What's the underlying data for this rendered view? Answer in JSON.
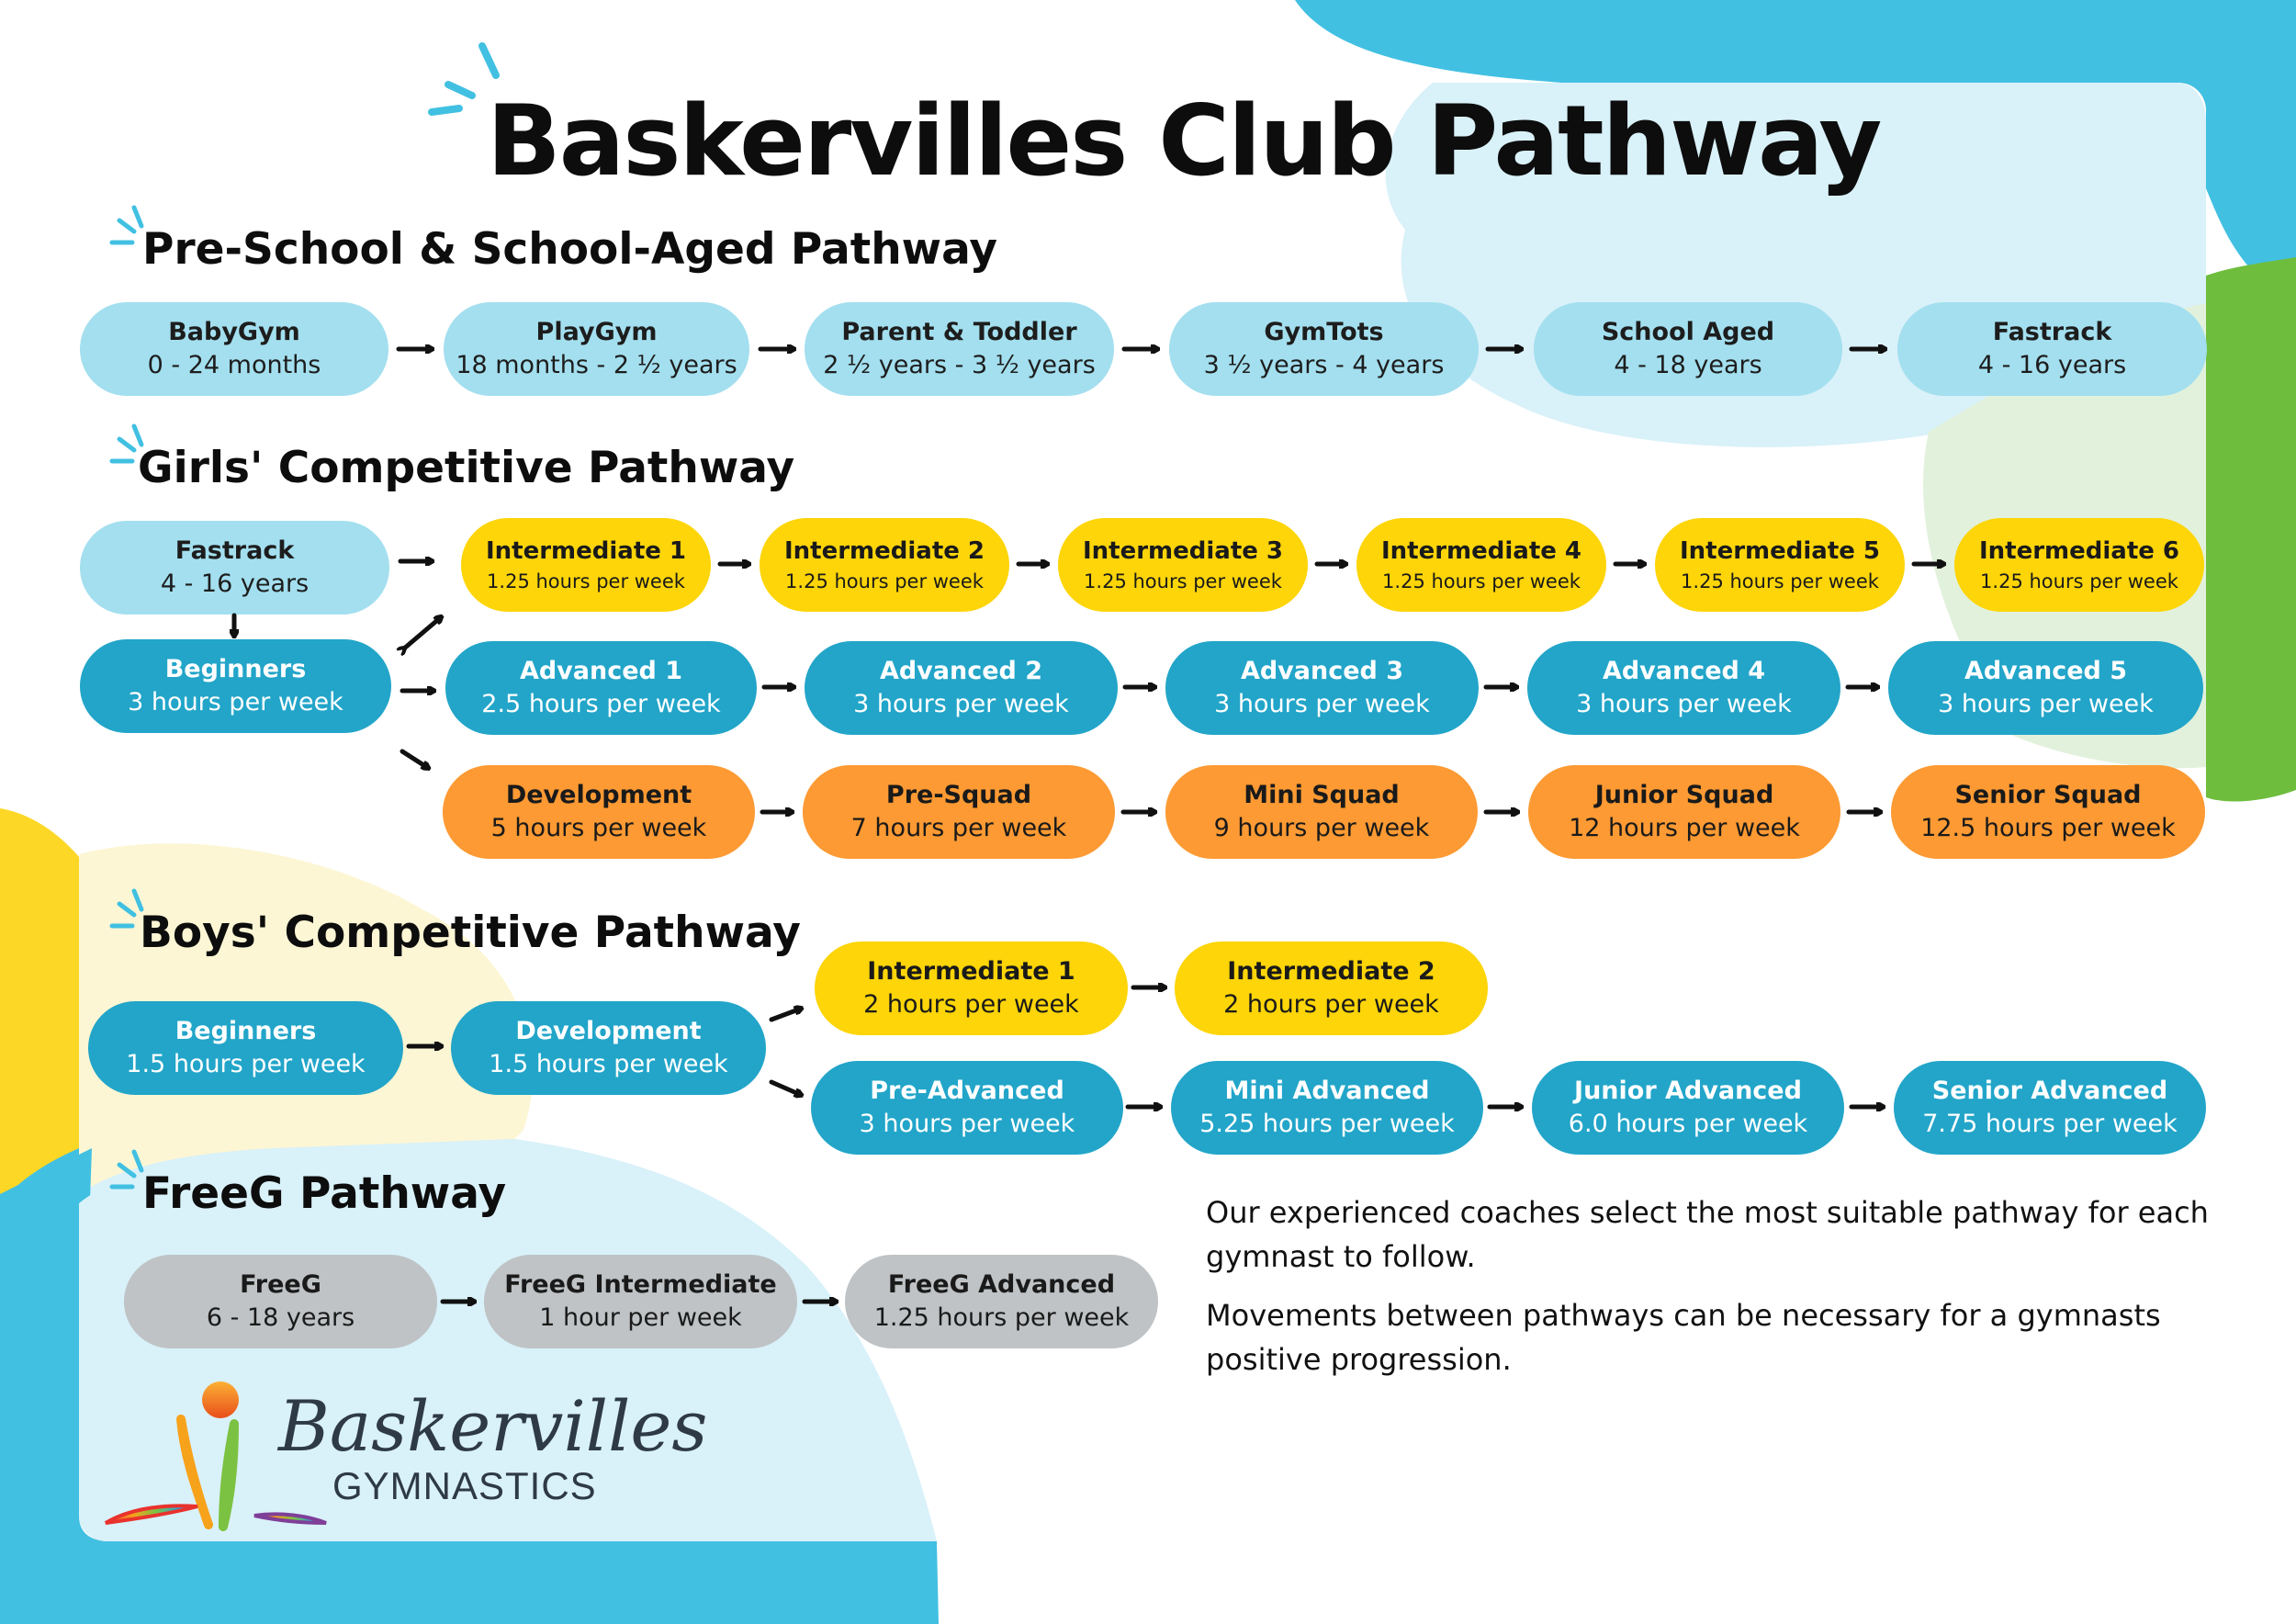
{
  "title": "Baskervilles Club Pathway",
  "colors": {
    "light_blue": "#a3dfef",
    "dark_blue": "#22a5c9",
    "yellow": "#fdd508",
    "orange": "#fd9a33",
    "grey": "#bfc3c5",
    "bg_cyan": "#41c0e2",
    "bg_green": "#6ebd3d",
    "bg_yellow": "#fdd725"
  },
  "sections": {
    "preschool": {
      "heading": "Pre-School & School-Aged Pathway",
      "items": [
        {
          "name": "BabyGym",
          "detail": "0 - 24 months"
        },
        {
          "name": "PlayGym",
          "detail": "18 months -  2 ½ years"
        },
        {
          "name": "Parent & Toddler",
          "detail": "2 ½ years - 3 ½ years"
        },
        {
          "name": "GymTots",
          "detail": "3 ½ years - 4 years"
        },
        {
          "name": "School Aged",
          "detail": "4 - 18 years"
        },
        {
          "name": "Fastrack",
          "detail": "4 - 16 years"
        }
      ]
    },
    "girls": {
      "heading": "Girls' Competitive Pathway",
      "fastrack": {
        "name": "Fastrack",
        "detail": "4 - 16 years"
      },
      "beginners": {
        "name": "Beginners",
        "detail": "3 hours per week"
      },
      "intermediate": [
        {
          "name": "Intermediate 1",
          "detail": "1.25 hours per week"
        },
        {
          "name": "Intermediate 2",
          "detail": "1.25 hours per week"
        },
        {
          "name": "Intermediate 3",
          "detail": "1.25 hours per week"
        },
        {
          "name": "Intermediate 4",
          "detail": "1.25 hours per week"
        },
        {
          "name": "Intermediate 5",
          "detail": "1.25 hours per week"
        },
        {
          "name": "Intermediate 6",
          "detail": "1.25 hours per week"
        }
      ],
      "advanced": [
        {
          "name": "Advanced 1",
          "detail": "2.5 hours per week"
        },
        {
          "name": "Advanced 2",
          "detail": "3 hours per week"
        },
        {
          "name": "Advanced 3",
          "detail": "3 hours per week"
        },
        {
          "name": "Advanced 4",
          "detail": "3 hours per week"
        },
        {
          "name": "Advanced 5",
          "detail": "3 hours per week"
        }
      ],
      "squad": [
        {
          "name": "Development",
          "detail": "5 hours per week"
        },
        {
          "name": "Pre-Squad",
          "detail": "7 hours per week"
        },
        {
          "name": "Mini Squad",
          "detail": "9 hours per week"
        },
        {
          "name": "Junior Squad",
          "detail": "12 hours per week"
        },
        {
          "name": "Senior Squad",
          "detail": "12.5 hours per week"
        }
      ]
    },
    "boys": {
      "heading": "Boys' Competitive Pathway",
      "beginners": {
        "name": "Beginners",
        "detail": "1.5 hours per week"
      },
      "development": {
        "name": "Development",
        "detail": "1.5 hours per week"
      },
      "intermediate": [
        {
          "name": "Intermediate 1",
          "detail": "2 hours per week"
        },
        {
          "name": "Intermediate 2",
          "detail": "2 hours per week"
        }
      ],
      "advanced": [
        {
          "name": "Pre-Advanced",
          "detail": "3 hours per week"
        },
        {
          "name": "Mini Advanced",
          "detail": "5.25 hours per week"
        },
        {
          "name": "Junior Advanced",
          "detail": "6.0 hours per week"
        },
        {
          "name": "Senior Advanced",
          "detail": "7.75 hours per week"
        }
      ]
    },
    "freeg": {
      "heading": "FreeG Pathway",
      "items": [
        {
          "name": "FreeG",
          "detail": "6 - 18 years"
        },
        {
          "name": "FreeG Intermediate",
          "detail": "1 hour per week"
        },
        {
          "name": "FreeG Advanced",
          "detail": "1.25 hours per week"
        }
      ]
    }
  },
  "notes": [
    "Our experienced coaches select the most suitable pathway for each gymnast to follow.",
    "Movements between pathways can be necessary for a gymnasts positive progression."
  ],
  "logo": {
    "name": "Baskervilles",
    "subtitle": "GYMNASTICS"
  }
}
